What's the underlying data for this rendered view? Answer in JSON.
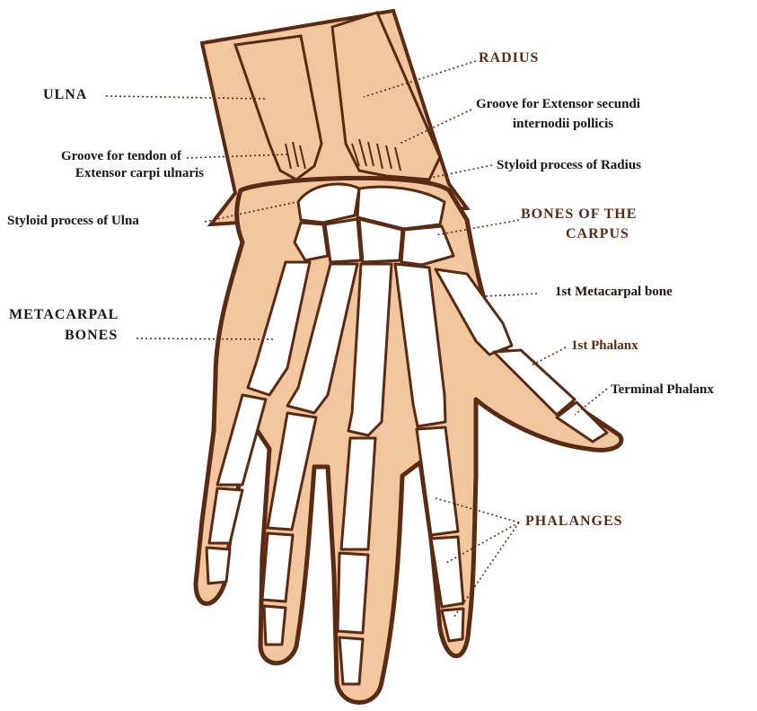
{
  "colors": {
    "flesh": "#f2c7a0",
    "bone": "#ffffff",
    "outline": "#5a2a12",
    "label_black": "#1c1410",
    "label_brown": "#5a2a12"
  },
  "labels": {
    "ulna": "ULNA",
    "groove_ulna_1": "Groove for tendon of",
    "groove_ulna_2": "Extensor carpi ulnaris",
    "styloid_ulna": "Styloid process of Ulna",
    "metacarpal_1": "METACARPAL",
    "metacarpal_2": "BONES",
    "radius": "RADIUS",
    "groove_radius_1": "Groove for Extensor secundi",
    "groove_radius_2": "internodii pollicis",
    "styloid_radius": "Styloid process of Radius",
    "carpus_1": "BONES OF THE",
    "carpus_2": "CARPUS",
    "first_metacarpal": "1st Metacarpal bone",
    "first_phalanx": "1st Phalanx",
    "terminal_phalanx": "Terminal Phalanx",
    "phalanges": "PHALANGES"
  }
}
